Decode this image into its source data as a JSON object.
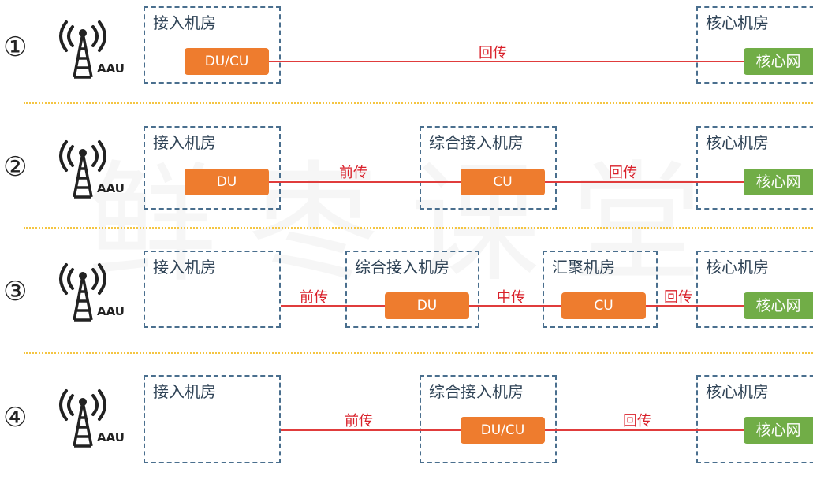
{
  "watermark": "鲜枣课堂",
  "aau_label": "AAU",
  "rows": [
    {
      "num": "①",
      "rooms": [
        "接入机房",
        "核心机房"
      ],
      "nodes": [
        "DU/CU",
        "核心网"
      ],
      "links": [
        "回传"
      ]
    },
    {
      "num": "②",
      "rooms": [
        "接入机房",
        "综合接入机房",
        "核心机房"
      ],
      "nodes": [
        "DU",
        "CU",
        "核心网"
      ],
      "links": [
        "前传",
        "回传"
      ]
    },
    {
      "num": "③",
      "rooms": [
        "接入机房",
        "综合接入机房",
        "汇聚机房",
        "核心机房"
      ],
      "nodes": [
        "DU",
        "CU",
        "核心网"
      ],
      "links": [
        "前传",
        "中传",
        "回传"
      ]
    },
    {
      "num": "④",
      "rooms": [
        "接入机房",
        "综合接入机房",
        "核心机房"
      ],
      "nodes": [
        "DU/CU",
        "核心网"
      ],
      "links": [
        "前传",
        "回传"
      ]
    }
  ],
  "colors": {
    "du_cu": "#ee7c2e",
    "core": "#71ad47",
    "link": "#e03c3c",
    "dash": "#4a6f8e",
    "separator": "#f4c542"
  }
}
